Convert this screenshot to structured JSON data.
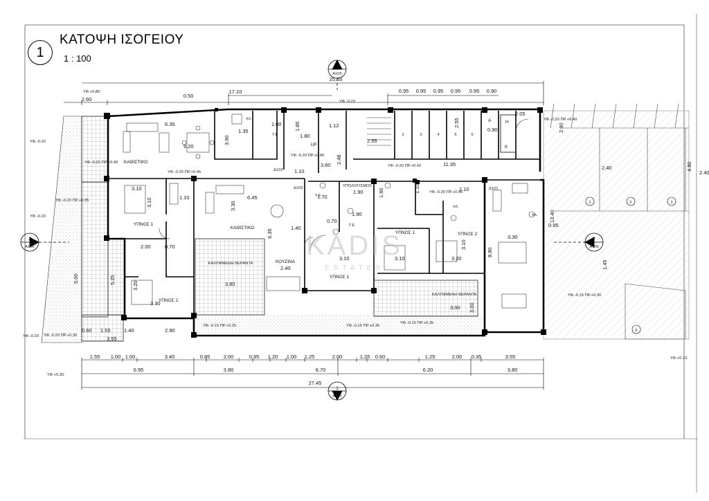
{
  "title": {
    "number": "1",
    "name": "ΚΑΤΟΨΗ ΙΣΟΓΕΙΟΥ",
    "scale": "1 : 100"
  },
  "section_marks": {
    "top_number": "1",
    "top_ref": "A106",
    "bottom_number": "1",
    "bottom_ref": "A106",
    "left_number": "2",
    "left_ref": "A106",
    "right_number": "2",
    "right_ref": "A106"
  },
  "top_dims": {
    "overall": "25.65",
    "left_block": "17.10",
    "left_offset": "0.50",
    "left_edge": "2.60",
    "steps": [
      "0.95",
      "0.95",
      "0.95",
      "0.95",
      "0.95",
      "0.90"
    ]
  },
  "bottom_dims": {
    "row1": [
      "1.55",
      "1.00",
      "1.00",
      "3.40",
      "0.85",
      "2.00",
      "0.95",
      "1.20",
      "1.00",
      "1.25",
      "2.00",
      "1.25",
      "0.60",
      "1.25",
      "2.00",
      "0.35",
      "3.55"
    ],
    "row2": [
      "6.95",
      "3.80",
      "6.70",
      "6.20",
      "3.80"
    ],
    "overall": "27.45"
  },
  "rooms": {
    "living1": "ΚΑΘΙΣΤΙΚΟ",
    "living2": "ΚΑΘΙΣΤΙΚΟ",
    "bed1a": "ΥΠΝΟΣ 1",
    "bed2a": "ΥΠΝΟΣ 2",
    "veranda1": "ΚΑΛΥΜΜΕΝΗ ΒΕΡΑΝΤΑ",
    "veranda2": "ΚΑΛΥΜΜΕΝΗ ΒΕΡΑΝΤΑ",
    "kitchen": "ΚΟΥΖΙΝΑ",
    "bed1b": "ΥΠΝΟΣ 1",
    "bed1c": "ΥΠΝΟΣ 1",
    "bed2b": "ΥΠΝΟΣ 2",
    "storage": "ΥΠΟΛΟΓΙΣΜΟΣ",
    "stairs": "UP"
  },
  "room_dims": {
    "d1": "6.35",
    "d2": "9.20",
    "d3": "1.35",
    "d4": "3.90",
    "d5": "1.00",
    "d6": "1.85",
    "d7": "1.80",
    "d8": "1.12",
    "d9": "2.55",
    "d10": "2.55",
    "d11": "11.35",
    "d12": "1.10",
    "d13": "3.60",
    "d14": "2.48",
    "d15": "3.10",
    "d16": "3.10",
    "d17": "1.10",
    "d18": "6.45",
    "d19": "3.30",
    "d20": "1.40",
    "d21": "6.35",
    "d22": "2.00",
    "d23": "0.70",
    "d24": "3.20",
    "d25": "3.30",
    "d26": "3.80",
    "d27": "2.40",
    "d28": "1.70",
    "d29": "1.90",
    "d30": "1.90",
    "d31": "3.10",
    "d32": "3.10",
    "d33": "3.20",
    "d34": "3.10",
    "d35": "2.10",
    "d36": "3.30",
    "d37": "3.00",
    "d38": "2.40",
    "d39": "4.80",
    "d40": "2.40",
    "d41": "8.80",
    "d42": "13.40",
    "d43": "2.05",
    "d44": "2.90",
    "d45": "1.55",
    "d46": "2.90",
    "d47": "3.55",
    "d48": "0.60",
    "d49": "1.40",
    "d50": "5.00",
    "d51": "5.25",
    "d52": "0.95",
    "d53": "1.45",
    "d54": "3.00",
    "d55": "1.60",
    "d56": "1.10",
    "d57": "0.70"
  },
  "levels": {
    "l1": "ΥΦ.+0.80",
    "l2": "ΥΦ.-0.20",
    "l3": "ΥΦ.-0.20",
    "l4": "ΥΦ.-0.20 ΠΡ.+0.40",
    "l5": "ΥΦ.-0.20 ΠΡ.+0.45",
    "l6": "ΥΦ.-0.20 ΠΡ.+0.45",
    "l7": "ΥΦ.-0.20 ΠΡ.+0.42",
    "l8": "ΥΦ.-0.20 ΠΡ.+0.45",
    "l9": "ΥΦ.-0.20 ΠΡ.+0.40",
    "l10": "ΥΦ.-0.20 ΠΡ.+0.35",
    "l11": "ΥΦ.-0.15 ΠΡ.+0.25",
    "l12": "ΥΦ.-0.15 ΠΡ.+0.35",
    "l13": "ΥΦ.-0.15 ΠΡ.+0.35",
    "l14": "ΥΦ.-0.15 ΠΡ.+0.30",
    "l15": "ΥΦ.-0.20 ΠΡ.+0.30",
    "l16": "ΥΦ.-0.20",
    "l17": "ΥΦ.+0.30",
    "l18": "ΥΦ.+0.10",
    "l19": "ΥΦ.-0.20"
  },
  "misc": {
    "lift_a": "A",
    "lift_h": "H",
    "lift_k": "K",
    "lift_dim": "0.90",
    "door_a103": "Δ103",
    "door_a102": "Δ102",
    "door_a101": "Δ101",
    "te1": "Τ.Ε",
    "te2": "Τ.Ε",
    "te3": "Τ.Ε",
    "pl1": "πλ.",
    "pl2": "πλ.",
    "pl3": "πλ."
  },
  "parking": [
    "1",
    "2",
    "3",
    "6"
  ],
  "storage_units": [
    "2",
    "3",
    "4",
    "5",
    "6"
  ],
  "watermark": {
    "brand": "KADIS",
    "sub": "ESTATES"
  },
  "colors": {
    "line": "#000000",
    "hatch": "#444444",
    "grid": "#9a9a9a",
    "paper": "#ffffff"
  }
}
